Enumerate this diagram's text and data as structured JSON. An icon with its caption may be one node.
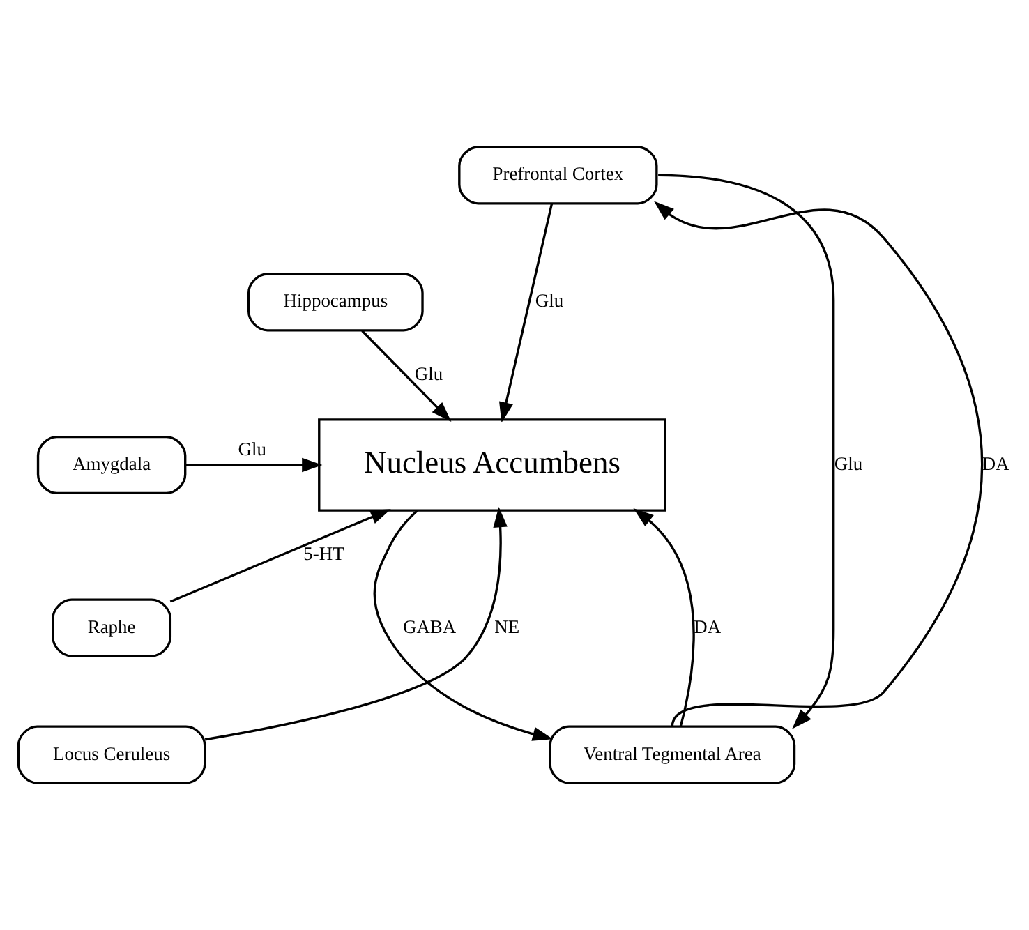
{
  "diagram": {
    "nodes": [
      {
        "text": [
          "Prefrontal Cortex"
        ]
      },
      {
        "text": [
          "Hippocampus"
        ]
      },
      {
        "text": [
          "Amygdala"
        ]
      },
      {
        "text": [
          "Nucleus Accumbens"
        ]
      },
      {
        "text": [
          "Raphe"
        ]
      },
      {
        "text": [
          "Locus Ceruleus"
        ]
      },
      {
        "text": [
          "Ventral Tegmental Area"
        ]
      }
    ],
    "edges": [
      {
        "from": 0,
        "to": 3,
        "arrow": "to",
        "label": "Glu"
      },
      {
        "from": 1,
        "to": 3,
        "arrow": "to",
        "label": "Glu"
      },
      {
        "from": 2,
        "to": 3,
        "arrow": "to",
        "label": "Glu"
      },
      {
        "from": 4,
        "to": 3,
        "arrow": "to",
        "label": "5-HT"
      },
      {
        "from": 5,
        "to": 3,
        "arrow": "to",
        "label": "NE"
      },
      {
        "from": 3,
        "to": 6,
        "arrow": "to",
        "label": "GABA"
      },
      {
        "from": 6,
        "to": 3,
        "arrow": "to",
        "label": "DA"
      },
      {
        "from": 6,
        "to": 0,
        "arrow": "to",
        "label": "DA"
      },
      {
        "from": 0,
        "to": 6,
        "arrow": "to",
        "label": "Glu"
      }
    ]
  }
}
